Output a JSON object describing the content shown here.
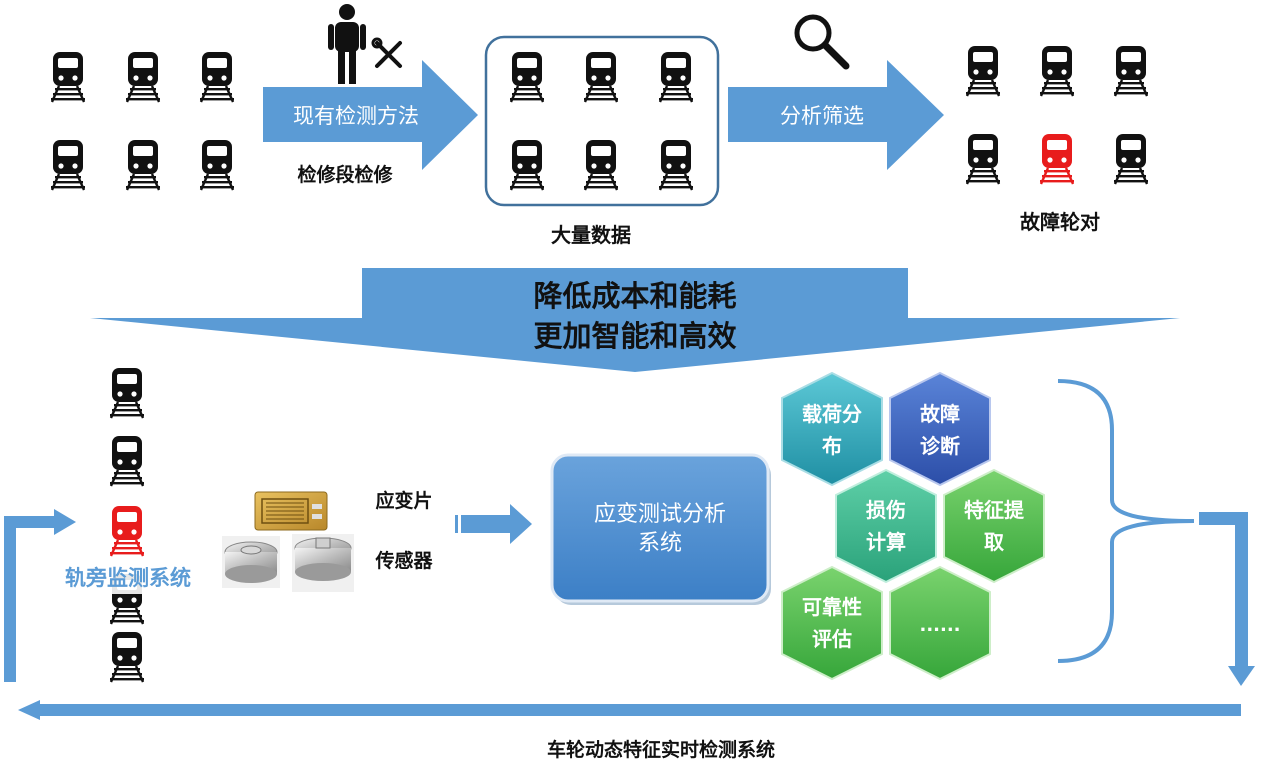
{
  "top": {
    "arrow_existing_method": "现有检测方法",
    "label_maintenance": "检修段检修",
    "label_big_data": "大量数据",
    "arrow_analysis": "分析筛选",
    "label_faulty_wheelset": "故障轮对"
  },
  "banner": {
    "line1": "降低成本和能耗",
    "line2": "更加智能和高效"
  },
  "bottom": {
    "trackside_label": "轨旁监测系统",
    "strain_gauge_label": "应变片",
    "sensor_label": "传感器",
    "system_box": {
      "line1": "应变测试分析",
      "line2": "系统"
    },
    "hexagons": [
      {
        "line1": "载荷分",
        "line2": "布"
      },
      {
        "line1": "故障",
        "line2": "诊断"
      },
      {
        "line1": "损伤",
        "line2": "计算"
      },
      {
        "line1": "特征提",
        "line2": "取"
      },
      {
        "line1": "可靠性",
        "line2": "评估"
      },
      {
        "line1": "......",
        "line2": ""
      }
    ],
    "system_name": "车轮动态特征实时检测系统"
  },
  "colors": {
    "arrow_blue": "#5b9bd5",
    "box_border": "#41719c",
    "train_black": "#111111",
    "train_fault": "#e81c1c",
    "hex_teal": "#2ba6b8",
    "hex_blue": "#3a62c0",
    "hex_green": "#46b34a"
  },
  "icons": [
    "train-icon",
    "person-icon",
    "wrench-icon",
    "magnifier-icon",
    "strain-gauge-image",
    "load-cell-image"
  ]
}
